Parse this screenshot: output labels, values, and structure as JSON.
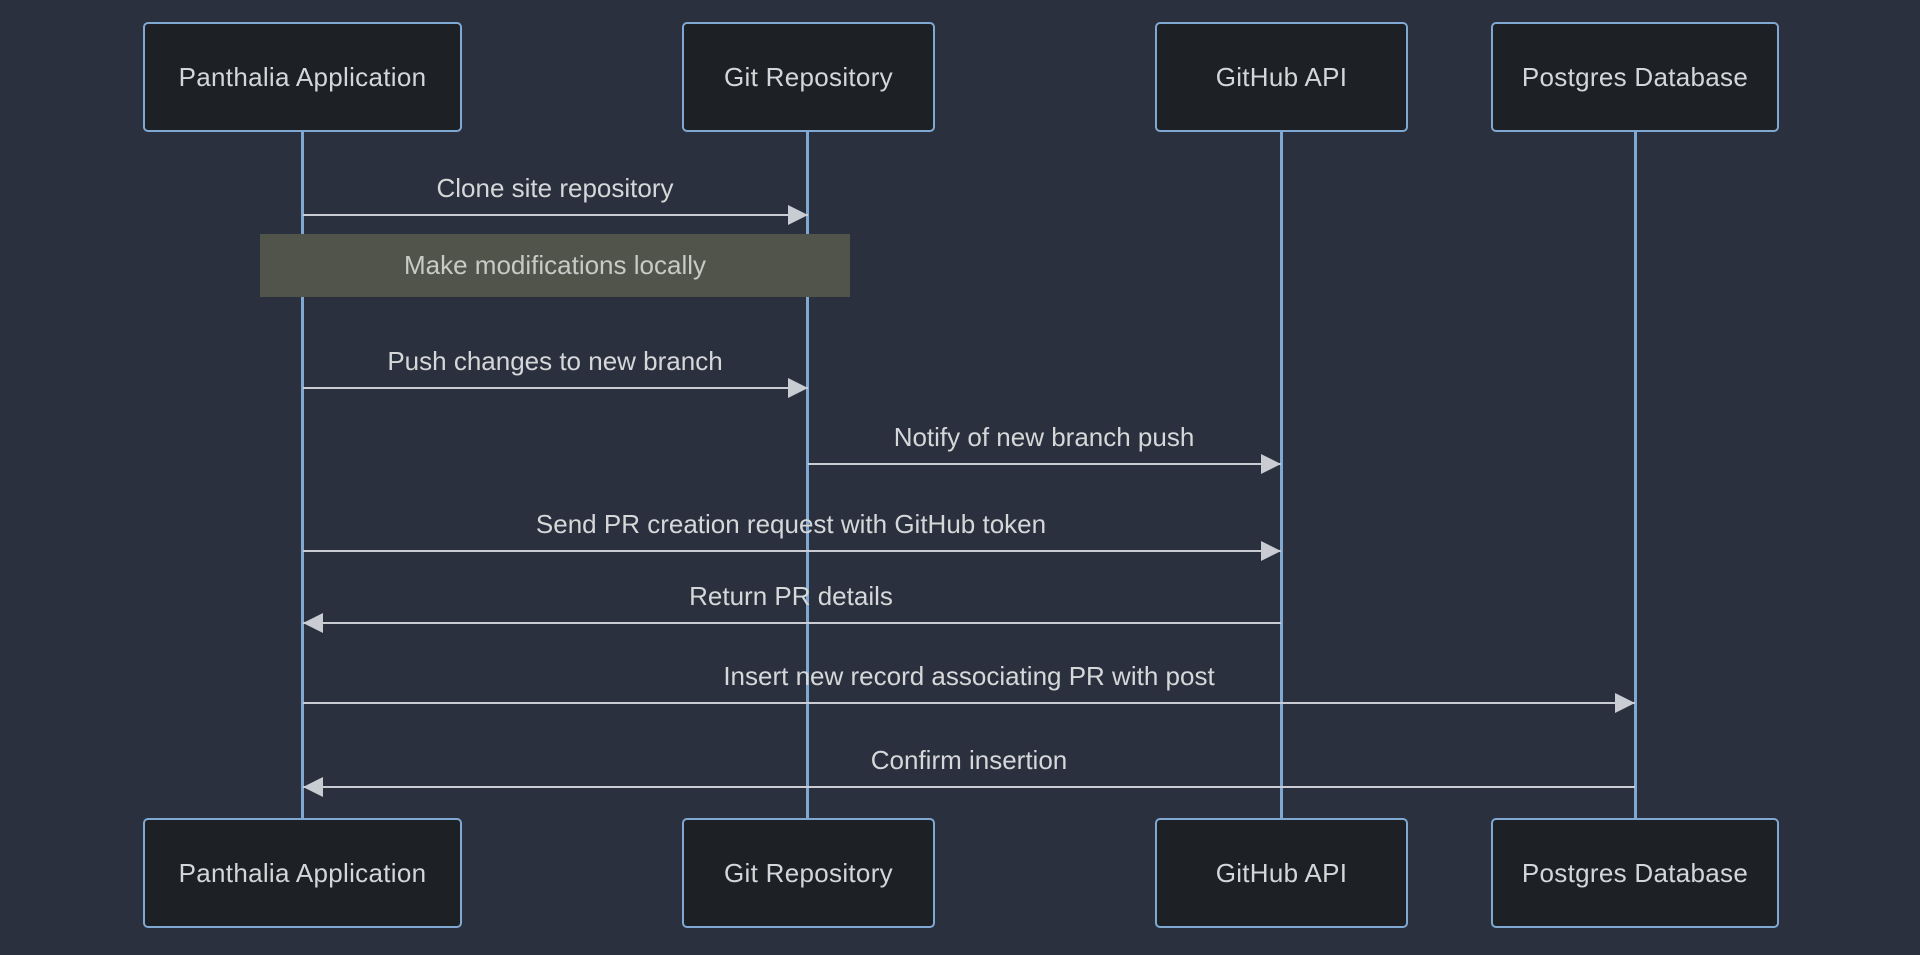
{
  "diagram": {
    "type": "sequence",
    "colors": {
      "background": "#2a303d",
      "actor_fill": "#1d2025",
      "actor_border": "#7fa8d2",
      "actor_text": "#d4d6d8",
      "lifeline": "#7fa8d2",
      "message_line": "#c9cdd3",
      "message_text": "#d5d7d9",
      "note_fill": "#51544b",
      "note_text": "#c8cac6"
    },
    "actors": [
      {
        "id": "panthalia",
        "name": "Panthalia Application"
      },
      {
        "id": "git",
        "name": "Git Repository"
      },
      {
        "id": "github",
        "name": "GitHub API"
      },
      {
        "id": "postgres",
        "name": "Postgres Database"
      }
    ],
    "messages": [
      {
        "from": "panthalia",
        "to": "git",
        "direction": "right",
        "text": "Clone site repository"
      },
      {
        "kind": "note",
        "over": "panthalia,git",
        "text": "Make modifications locally"
      },
      {
        "from": "panthalia",
        "to": "git",
        "direction": "right",
        "text": "Push changes to new branch"
      },
      {
        "from": "git",
        "to": "github",
        "direction": "right",
        "text": "Notify of new branch push"
      },
      {
        "from": "panthalia",
        "to": "github",
        "direction": "right",
        "text": "Send PR creation request with GitHub token"
      },
      {
        "from": "github",
        "to": "panthalia",
        "direction": "left",
        "text": "Return PR details"
      },
      {
        "from": "panthalia",
        "to": "postgres",
        "direction": "right",
        "text": "Insert new record associating PR with post"
      },
      {
        "from": "postgres",
        "to": "panthalia",
        "direction": "left",
        "text": "Confirm insertion"
      }
    ]
  }
}
